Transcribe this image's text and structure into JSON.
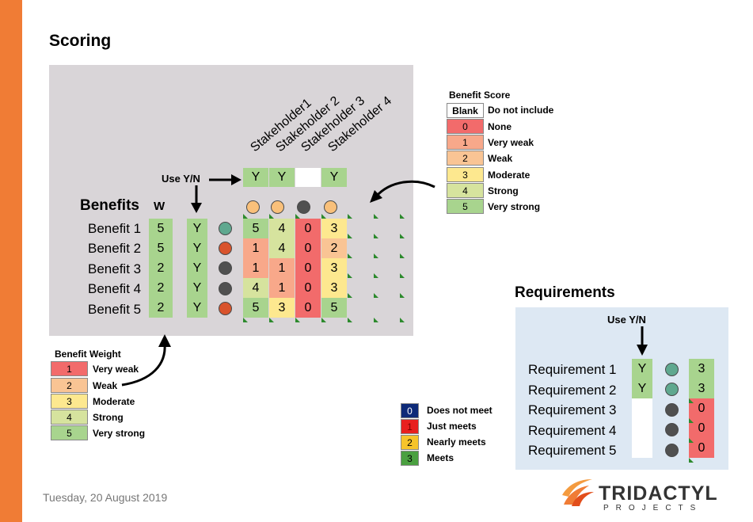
{
  "page": {
    "title": "Scoring",
    "date": "Tuesday, 20 August 2019"
  },
  "colors": {
    "orange": "#f07c35",
    "s0": "#f26b6b",
    "s1": "#f8a88a",
    "s2": "#f9c494",
    "s3": "#fde88f",
    "s4": "#d6e39e",
    "s5": "#a8d48e",
    "green_flag": "#2d8a2d"
  },
  "stakeholders": [
    "Stakeholder1",
    "Stakeholder 2",
    "Stakeholder 3",
    "Stakeholder 4"
  ],
  "use_yn": {
    "label": "Use Y/N",
    "values": [
      "Y",
      "Y",
      "",
      "Y"
    ]
  },
  "benefits": {
    "header": "Benefits",
    "weight_header": "W",
    "rows": [
      {
        "name": "Benefit 1",
        "w": "5",
        "use": "Y",
        "scores": [
          "5",
          "4",
          "0",
          "3"
        ]
      },
      {
        "name": "Benefit 2",
        "w": "5",
        "use": "Y",
        "scores": [
          "1",
          "4",
          "0",
          "2"
        ]
      },
      {
        "name": "Benefit 3",
        "w": "2",
        "use": "Y",
        "scores": [
          "1",
          "1",
          "0",
          "3"
        ]
      },
      {
        "name": "Benefit 4",
        "w": "2",
        "use": "Y",
        "scores": [
          "4",
          "1",
          "0",
          "3"
        ]
      },
      {
        "name": "Benefit 5",
        "w": "2",
        "use": "Y",
        "scores": [
          "5",
          "3",
          "0",
          "5"
        ]
      }
    ]
  },
  "benefit_score_legend": {
    "title": "Benefit Score",
    "items": [
      {
        "key": "Blank",
        "label": "Do not include"
      },
      {
        "key": "0",
        "label": "None"
      },
      {
        "key": "1",
        "label": "Very weak"
      },
      {
        "key": "2",
        "label": "Weak"
      },
      {
        "key": "3",
        "label": "Moderate"
      },
      {
        "key": "4",
        "label": "Strong"
      },
      {
        "key": "5",
        "label": "Very strong"
      }
    ]
  },
  "benefit_weight_legend": {
    "title": "Benefit Weight",
    "items": [
      {
        "key": "1",
        "label": "Very weak"
      },
      {
        "key": "2",
        "label": "Weak"
      },
      {
        "key": "3",
        "label": "Moderate"
      },
      {
        "key": "4",
        "label": "Strong"
      },
      {
        "key": "5",
        "label": "Very strong"
      }
    ]
  },
  "meets_legend": {
    "items": [
      {
        "key": "0",
        "label": "Does not meet"
      },
      {
        "key": "1",
        "label": "Just meets"
      },
      {
        "key": "2",
        "label": "Nearly meets"
      },
      {
        "key": "3",
        "label": "Meets"
      }
    ]
  },
  "requirements": {
    "title": "Requirements",
    "use_label": "Use Y/N",
    "rows": [
      {
        "name": "Requirement 1",
        "use": "Y",
        "score": "3"
      },
      {
        "name": "Requirement 2",
        "use": "Y",
        "score": "3"
      },
      {
        "name": "Requirement 3",
        "use": "",
        "score": "0"
      },
      {
        "name": "Requirement 4",
        "use": "",
        "score": "0"
      },
      {
        "name": "Requirement 5",
        "use": "",
        "score": "0"
      }
    ]
  },
  "logo": {
    "name": "TRIDACTYL",
    "sub": "PROJECTS"
  }
}
